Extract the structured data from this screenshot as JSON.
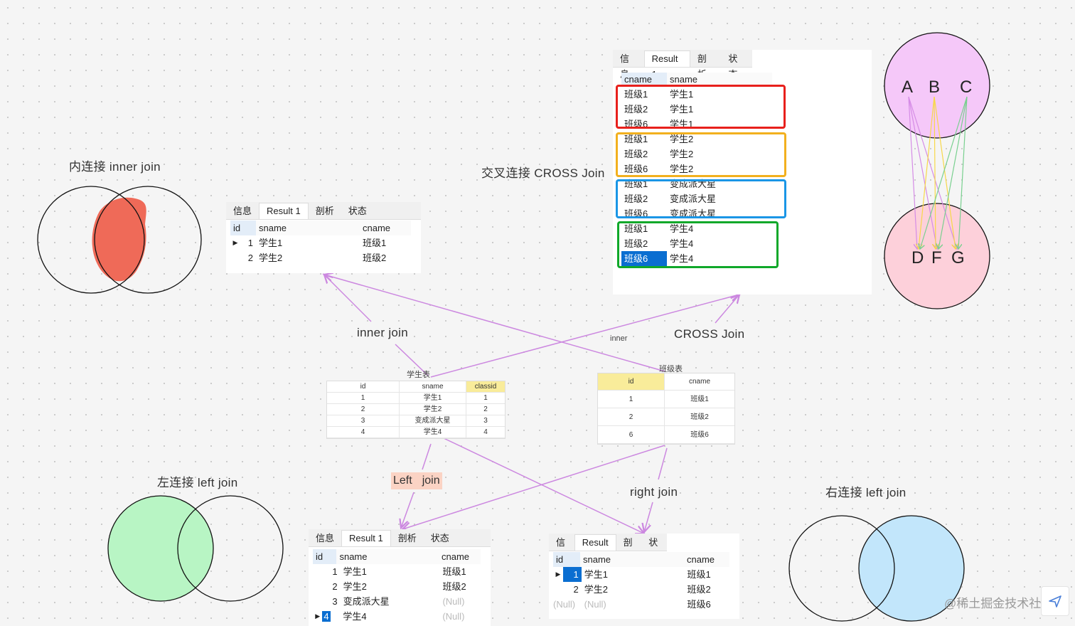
{
  "labels": {
    "inner_title": "内连接  inner join",
    "cross_title": "交叉连接 CROSS Join",
    "left_title": "左连接 left join",
    "right_title": "右连接 left join",
    "inner_join": "inner join",
    "cross_join": "CROSS Join",
    "left_join_a": "Left",
    "left_join_b": "join",
    "right_join": "right join",
    "inner_small": "inner",
    "student_table": "学生表",
    "class_table": "班级表",
    "watermark": "@稀土掘金技术社区"
  },
  "tabs": [
    "信息",
    "Result 1",
    "剖析",
    "状态"
  ],
  "colors": {
    "arrow": "#cc88e0",
    "red_box": "#e8201c",
    "orange_box": "#f2b01e",
    "blue_box": "#1a96e6",
    "green_box": "#10a82a",
    "inner_fill": "#ef6a58",
    "left_fill": "#b8f5c4",
    "right_fill": "#c2e6fb",
    "abc_fill": "#f5c8f9",
    "dfg_fill": "#fdd0da"
  },
  "venn": {
    "abc": [
      "A",
      "B",
      "C"
    ],
    "dfg": [
      "D",
      "F",
      "G"
    ]
  },
  "inner_result": {
    "headers": [
      "id",
      "sname",
      "cname"
    ],
    "rows": [
      [
        "1",
        "学生1",
        "班级1"
      ],
      [
        "2",
        "学生2",
        "班级2"
      ]
    ]
  },
  "cross_result": {
    "headers": [
      "cname",
      "sname"
    ],
    "rows": [
      [
        "班级1",
        "学生1"
      ],
      [
        "班级2",
        "学生1"
      ],
      [
        "班级6",
        "学生1"
      ],
      [
        "班级1",
        "学生2"
      ],
      [
        "班级2",
        "学生2"
      ],
      [
        "班级6",
        "学生2"
      ],
      [
        "班级1",
        "变成派大星"
      ],
      [
        "班级2",
        "变成派大星"
      ],
      [
        "班级6",
        "变成派大星"
      ],
      [
        "班级1",
        "学生4"
      ],
      [
        "班级2",
        "学生4"
      ],
      [
        "班级6",
        "学生4"
      ]
    ]
  },
  "left_result": {
    "headers": [
      "id",
      "sname",
      "cname"
    ],
    "rows": [
      [
        "1",
        "学生1",
        "班级1"
      ],
      [
        "2",
        "学生2",
        "班级2"
      ],
      [
        "3",
        "变成派大星",
        "(Null)"
      ],
      [
        "4",
        "学生4",
        "(Null)"
      ]
    ]
  },
  "right_result": {
    "headers": [
      "id",
      "sname",
      "cname"
    ],
    "rows": [
      [
        "1",
        "学生1",
        "班级1"
      ],
      [
        "2",
        "学生2",
        "班级2"
      ],
      [
        "(Null)",
        "(Null)",
        "班级6"
      ]
    ]
  },
  "student_table": {
    "headers": [
      "id",
      "sname",
      "classid"
    ],
    "rows": [
      [
        "1",
        "学生1",
        "1"
      ],
      [
        "2",
        "学生2",
        "2"
      ],
      [
        "3",
        "变成派大星",
        "3"
      ],
      [
        "4",
        "学生4",
        "4"
      ]
    ]
  },
  "class_table": {
    "headers": [
      "id",
      "cname"
    ],
    "rows": [
      [
        "1",
        "班级1"
      ],
      [
        "2",
        "班级2"
      ],
      [
        "6",
        "班级6"
      ]
    ]
  }
}
